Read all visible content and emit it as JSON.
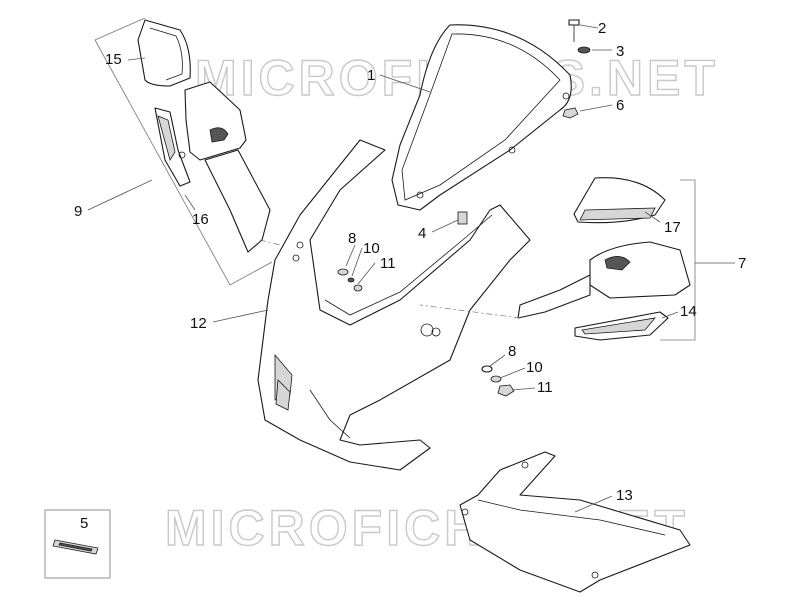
{
  "watermark": "MICROFICHES.NET",
  "callouts": {
    "c1": "1",
    "c2": "2",
    "c3": "3",
    "c4": "4",
    "c5": "5",
    "c6": "6",
    "c7": "7",
    "c8a": "8",
    "c8b": "8",
    "c9": "9",
    "c10a": "10",
    "c10b": "10",
    "c11a": "11",
    "c11b": "11",
    "c12": "12",
    "c13": "13",
    "c14": "14",
    "c15": "15",
    "c16": "16",
    "c17": "17"
  }
}
